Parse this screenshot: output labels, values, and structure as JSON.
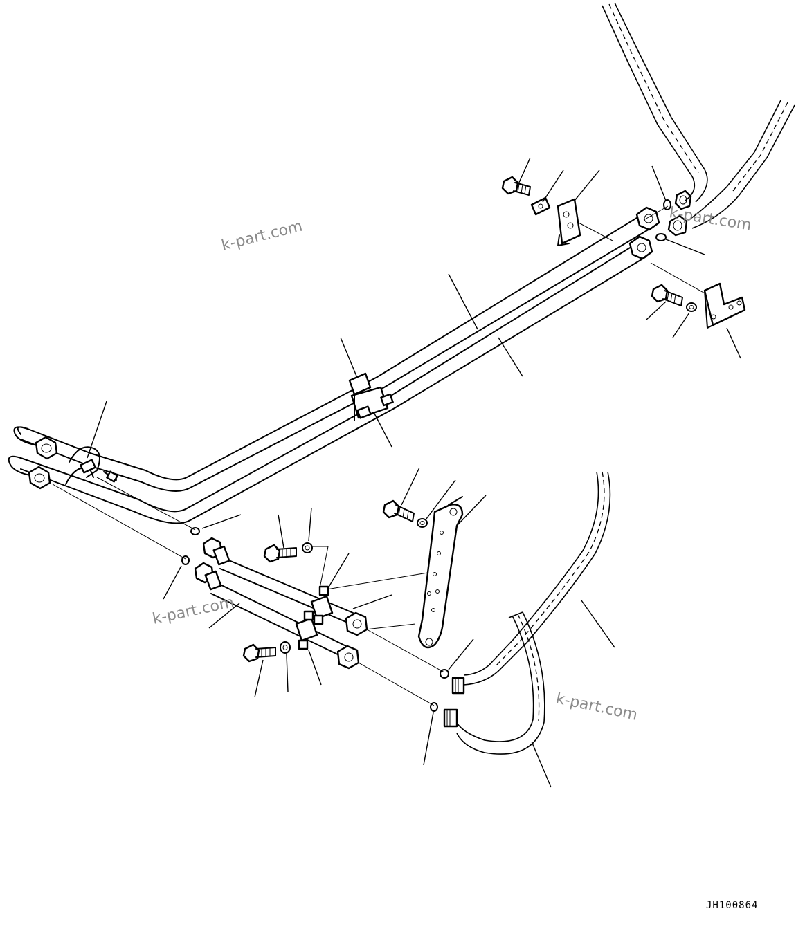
{
  "drawing_code": "JH100864",
  "watermarks": [
    "k-part.com",
    "k-part.com",
    "k-part.com",
    "k-part.com"
  ]
}
